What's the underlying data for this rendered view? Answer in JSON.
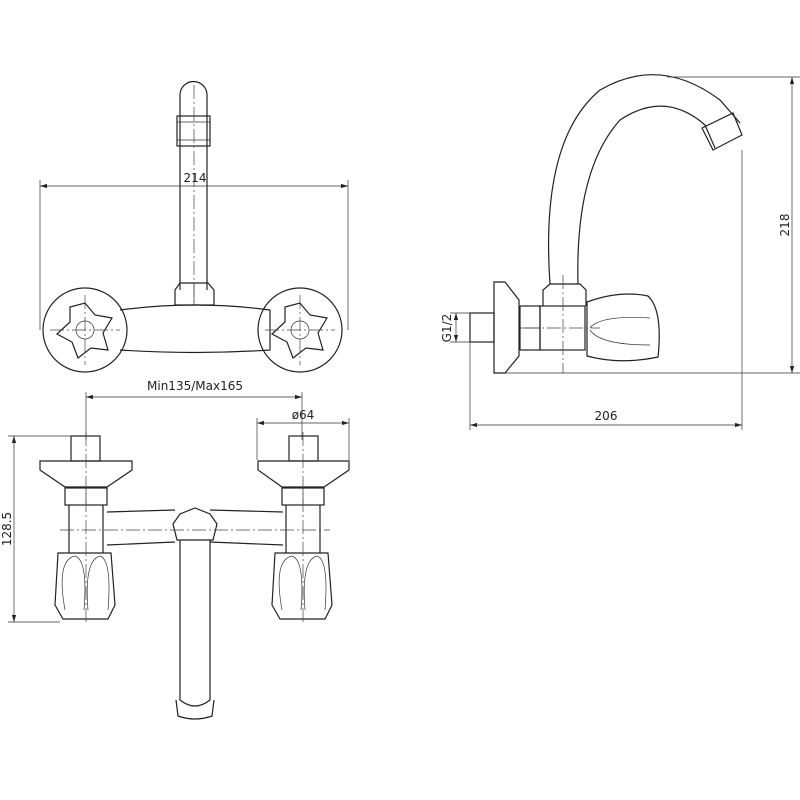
{
  "drawing": {
    "dimensions": {
      "total_width": "214",
      "center_distance": "Min135/Max165",
      "rosette_diameter": "ø64",
      "front_height": "128.5",
      "thread": "G1/2",
      "side_height": "218",
      "projection": "206"
    },
    "line_color": "#222222",
    "background": "#ffffff"
  }
}
